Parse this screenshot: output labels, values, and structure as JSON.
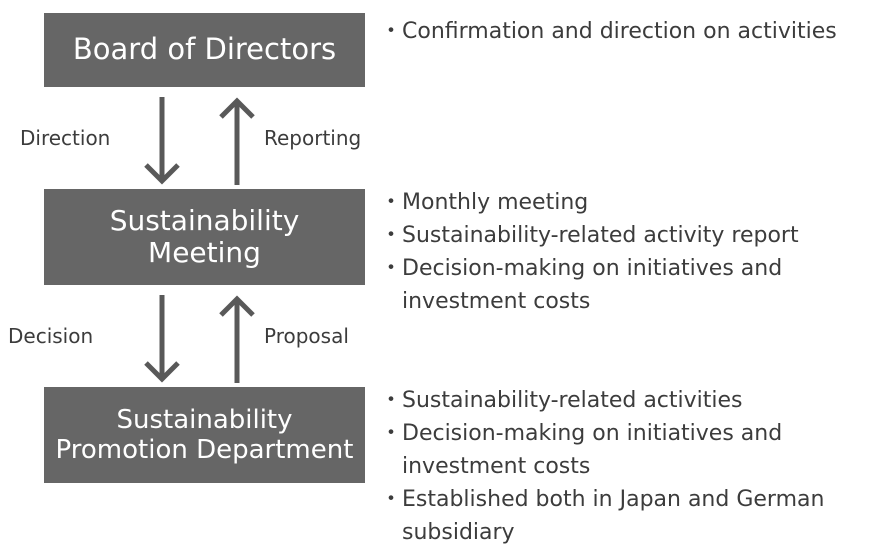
{
  "boxes": {
    "board": {
      "line1": "Board of Directors"
    },
    "meeting": {
      "line1": "Sustainability",
      "line2": "Meeting"
    },
    "promotion": {
      "line1": "Sustainability",
      "line2": "Promotion Department"
    }
  },
  "arrows": {
    "direction_label": "Direction",
    "reporting_label": "Reporting",
    "decision_label": "Decision",
    "proposal_label": "Proposal"
  },
  "notes": {
    "board": [
      "Confirmation and direction on activities"
    ],
    "meeting": [
      "Monthly meeting",
      "Sustainability-related activity report",
      "Decision-making on initiatives and",
      "investment costs"
    ],
    "promotion": [
      "Sustainability-related activities",
      "Decision-making on initiatives and",
      "investment costs",
      "Established both in Japan and German",
      "subsidiary"
    ]
  },
  "colors": {
    "box_fill": "#666666",
    "box_text": "#ffffff",
    "arrow": "#595959",
    "text": "#3c3c3c"
  }
}
